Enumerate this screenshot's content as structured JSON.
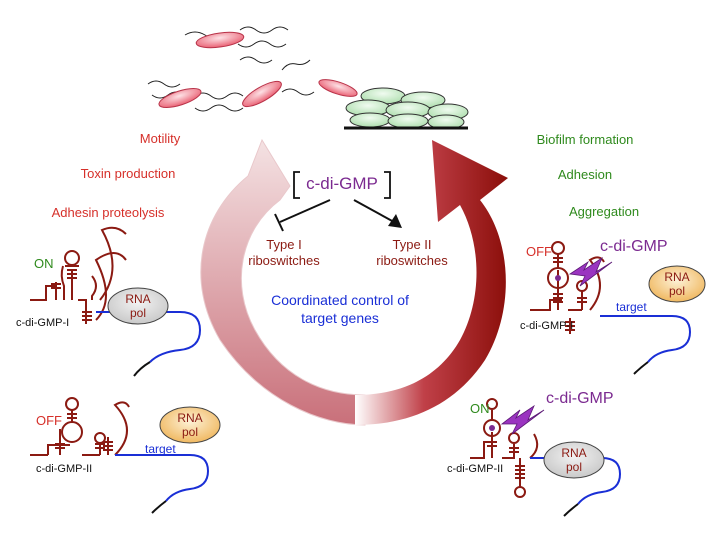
{
  "left_phenotypes": [
    "Motility",
    "Toxin production",
    "Adhesin proteolysis"
  ],
  "right_phenotypes": [
    "Biofilm formation",
    "Adhesion",
    "Aggregation"
  ],
  "center": {
    "second_messenger": "c-di-GMP",
    "type1": [
      "Type I",
      "riboswitches"
    ],
    "type2": [
      "Type II",
      "riboswitches"
    ],
    "control": [
      "Coordinated control of",
      "target genes"
    ]
  },
  "switches": {
    "left_top": {
      "state": "ON",
      "name": "c-di-GMP-I",
      "rnap": [
        "RNA",
        "pol"
      ]
    },
    "left_bottom": {
      "state": "OFF",
      "name": "c-di-GMP-II",
      "rnap": [
        "RNA",
        "pol"
      ],
      "target": "target"
    },
    "right_top": {
      "state": "OFF",
      "name": "c-di-GMP-I",
      "ligand": "c-di-GMP",
      "rnap": [
        "RNA",
        "pol"
      ],
      "target": "target"
    },
    "right_bottom": {
      "state": "ON",
      "name": "c-di-GMP-II",
      "ligand": "c-di-GMP",
      "rnap": [
        "RNA",
        "pol"
      ]
    }
  },
  "colors": {
    "motile_phenotype": "#d6302a",
    "sessile_phenotype": "#2f8a1d",
    "ligand": "#7b2a90",
    "riboswitch": "#8b1a12",
    "control_text": "#1a2fd6",
    "arrow_dark": "#8b0e0a",
    "arrow_light": "#ead0d2",
    "rnap_fill": "#f3c77e",
    "biofilm_cells": "#b8e6b8",
    "motile_cells": "#e8566a"
  }
}
